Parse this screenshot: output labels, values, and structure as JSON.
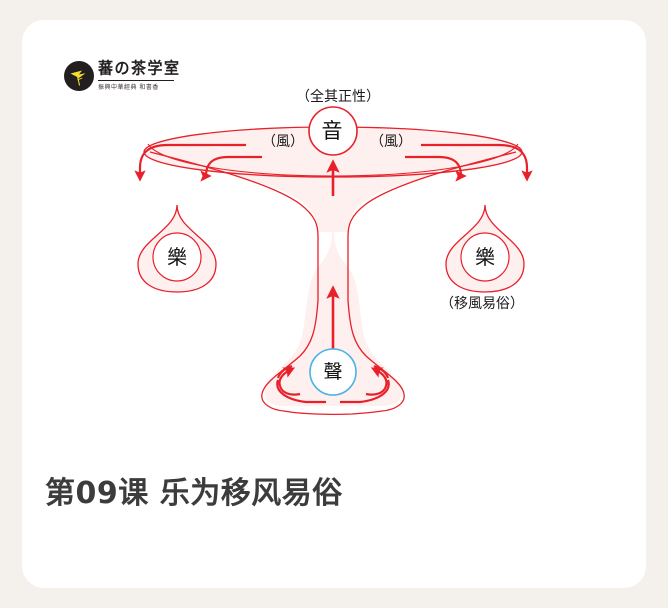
{
  "page": {
    "background_color": "#f4f1ec",
    "card_color": "#ffffff"
  },
  "logo": {
    "mark_name": "bird-logo-icon",
    "mark_color": "#231f20",
    "bird_color": "#f2e02a",
    "title": "蕃の茶学室",
    "subtitle": "振興中華經典 和書香"
  },
  "diagram": {
    "accent_color": "#e8202a",
    "fill_color": "#fdf0ef",
    "sheng_circle_color": "#4ab3e8",
    "labels": {
      "top": "（全其正性）",
      "feng_left": "（風）",
      "feng_right": "（風）",
      "yifengyisu": "（移風易俗）"
    },
    "nodes": {
      "yin": "音",
      "le_left": "樂",
      "le_right": "樂",
      "sheng": "聲"
    }
  },
  "title": {
    "text": "第09课 乐为移风易俗"
  }
}
